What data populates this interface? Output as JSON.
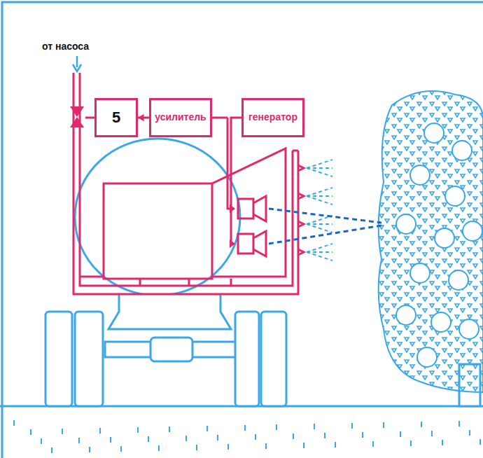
{
  "diagram": {
    "nodes": [
      {
        "text": [
          "5"
        ]
      },
      {
        "text": [
          "усилитель"
        ]
      },
      {
        "text": [
          "генератор"
        ]
      }
    ],
    "edges": [
      {
        "from": 1,
        "to": 0,
        "arrow": "to"
      }
    ],
    "labels": [
      "от насоса"
    ]
  }
}
